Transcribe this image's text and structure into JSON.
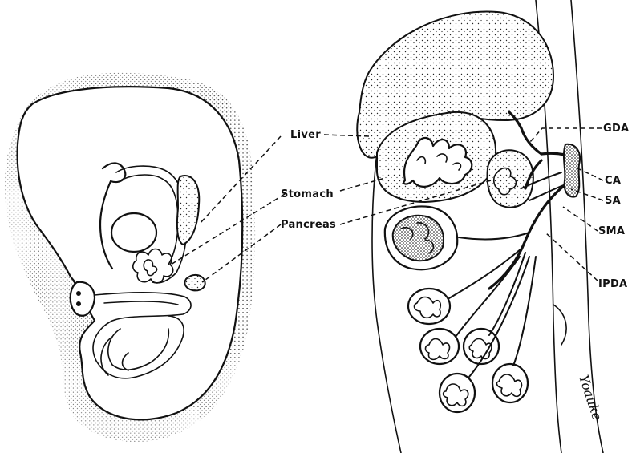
{
  "labels": {
    "liver": "Liver",
    "stomach": "Stomach",
    "pancreas": "Pancreas",
    "gda": "GDA",
    "ca": "CA",
    "sa": "SA",
    "sma": "SMA",
    "ipda": "IPDA"
  },
  "signature": "Yoauke"
}
